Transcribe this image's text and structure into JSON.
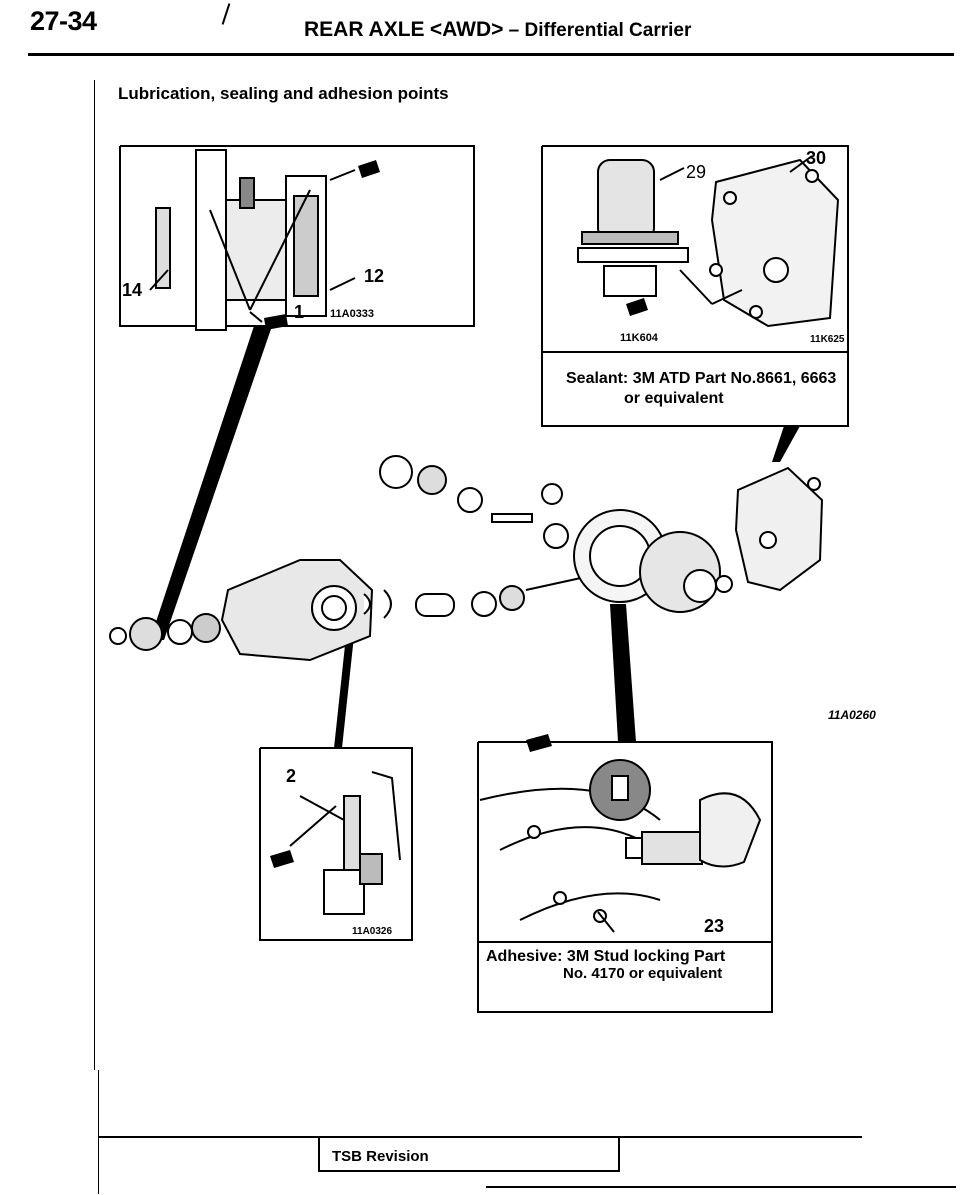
{
  "header": {
    "page_number": "27-34",
    "section_prefix": "REAR AXLE",
    "awd_tag": "<AWD>",
    "dash": "–",
    "section_name": "Differential Carrier"
  },
  "subtitle": "Lubrication, sealing and adhesion points",
  "figures": {
    "top_left": {
      "code": "11A0333",
      "callouts": [
        "14",
        "12",
        "1"
      ]
    },
    "top_right": {
      "code_left": "11K604",
      "code_right": "11K625",
      "callouts": [
        "29",
        "30"
      ]
    },
    "sealant_note": {
      "line1": "Sealant: 3M ATD Part No.8661, 6663",
      "line2": "or equivalent"
    },
    "main": {
      "code": "11A0260"
    },
    "bottom_left": {
      "code": "11A0326",
      "callouts": [
        "2"
      ]
    },
    "bottom_right": {
      "callouts": [
        "23"
      ]
    },
    "adhesive_note": {
      "line1": "Adhesive: 3M Stud locking Part",
      "line2": "No. 4170 or equivalent"
    }
  },
  "footer": {
    "tsb_label": "TSB Revision"
  },
  "colors": {
    "ink": "#000000",
    "paper": "#ffffff",
    "shade": "#d8d8d8"
  }
}
